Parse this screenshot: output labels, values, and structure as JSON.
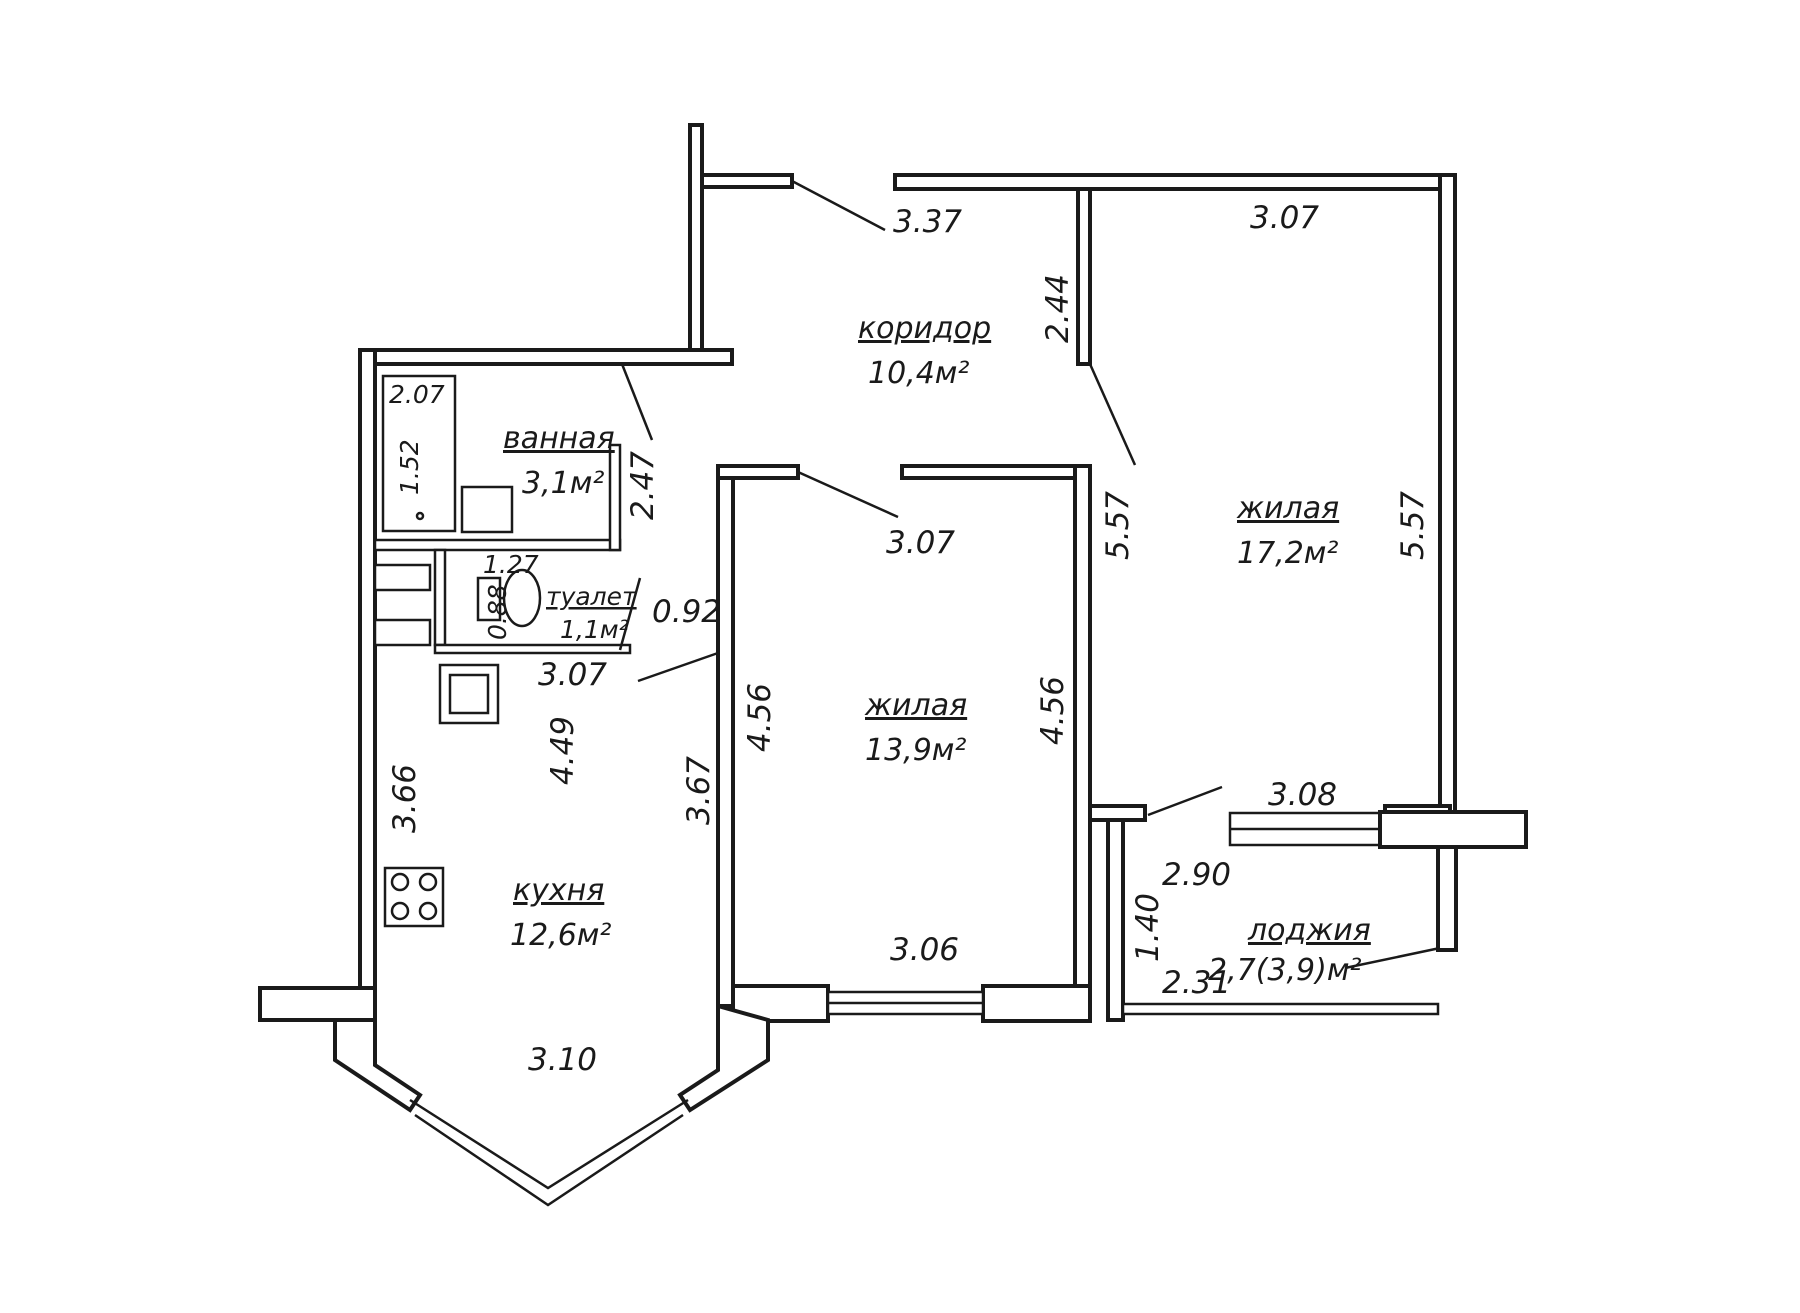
{
  "colors": {
    "ink": "#1a1a1a",
    "background": "#ffffff"
  },
  "rooms": {
    "corridor": {
      "name": "коридор",
      "area": "10,4м²"
    },
    "bathroom": {
      "name": "ванная",
      "area": "3,1м²"
    },
    "toilet": {
      "name": "туалет",
      "area": "1,1м²"
    },
    "kitchen": {
      "name": "кухня",
      "area": "12,6м²"
    },
    "living_small": {
      "name": "жилая",
      "area": "13,9м²"
    },
    "living_large": {
      "name": "жилая",
      "area": "17,2м²"
    },
    "loggia": {
      "name": "лоджия",
      "area": "2,7(3,9)м²"
    }
  },
  "dimensions": {
    "corridor_top": "3.37",
    "corridor_side": "2.44",
    "bath_tub_width": "2.07",
    "bath_tub_length": "1.52",
    "bath_height": "2.47",
    "toilet_width": "1.27",
    "toilet_depth": "0.88",
    "toilet_door": "0.92",
    "kitchen_top": "3.07",
    "kitchen_inner": "4.49",
    "kitchen_left": "3.66",
    "kitchen_right": "3.67",
    "kitchen_bottom": "3.10",
    "living_small_top": "3.07",
    "living_small_left": "4.56",
    "living_small_right": "4.56",
    "living_small_bottom": "3.06",
    "living_large_top": "3.07",
    "living_large_left": "5.57",
    "living_large_right": "5.57",
    "living_large_bottom": "3.08",
    "loggia_top": "2.90",
    "loggia_side": "1.40",
    "loggia_bottom": "2.31"
  }
}
